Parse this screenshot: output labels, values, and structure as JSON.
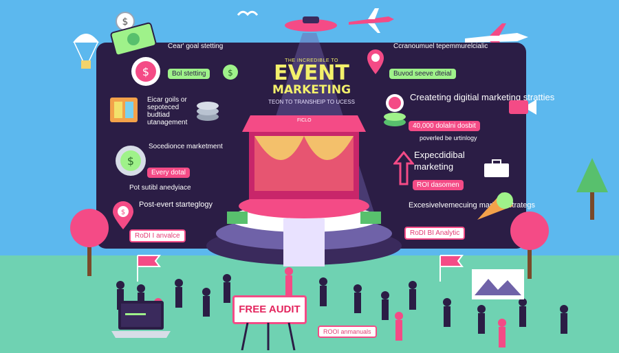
{
  "headline": {
    "small": "THE INCREDIBLE TO",
    "big": "EVENT",
    "mid": "MARKETING",
    "tag": "TEON TO TRANSHEIP TO UCESS"
  },
  "left": {
    "item1": "Cear' goal stetting",
    "tag1": "Bol stetting",
    "item2": "Eicar goils or sepoteced budtiad utanagement",
    "item3": "Socedionce marketment",
    "tag3": "Every dotal",
    "item4": "Pot sutibl anedyiace",
    "item5": "Post-evert starteglogy",
    "tag5": "RoDI I anvalce"
  },
  "right": {
    "item1": "Ccranoumuel tepemmurelcialic",
    "tag1": "Buvod seeve dteial",
    "item2": "Createting digitial marketing stratties",
    "tag2": "40,000 dolalni dosbit",
    "note2": "poverled be urtinlogy",
    "item3": "Expecdidibal marketing",
    "tag3": "ROI dasomen",
    "item4": "Excesivelvemecuing markets strategs",
    "tag4": "RoDI BI Analytic"
  },
  "stage_sign": "FICLO",
  "audit": "FREE AUDIT",
  "bottom_tag": "ROOI anmanuals",
  "colors": {
    "sky": "#5cb8ee",
    "board": "#2b1d45",
    "accent_pink": "#f44b86",
    "accent_green": "#9ff28a",
    "headline_yellow": "#f3f06b",
    "ground": "#6fd2b2"
  }
}
